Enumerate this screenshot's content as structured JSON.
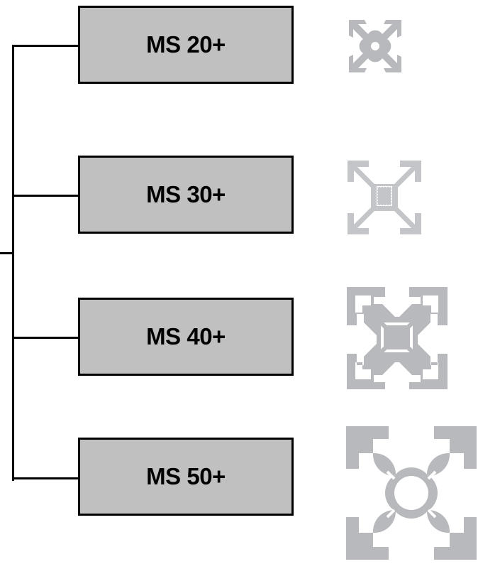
{
  "series": [
    {
      "label": "MS 20+",
      "icon": "profile-20-icon"
    },
    {
      "label": "MS 30+",
      "icon": "profile-30-icon"
    },
    {
      "label": "MS 40+",
      "icon": "profile-40-icon"
    },
    {
      "label": "MS 50+",
      "icon": "profile-50-icon"
    }
  ],
  "colors": {
    "box_fill": "#c0c0c0",
    "profile_fill": "#b8b9bd",
    "line": "#000000"
  }
}
